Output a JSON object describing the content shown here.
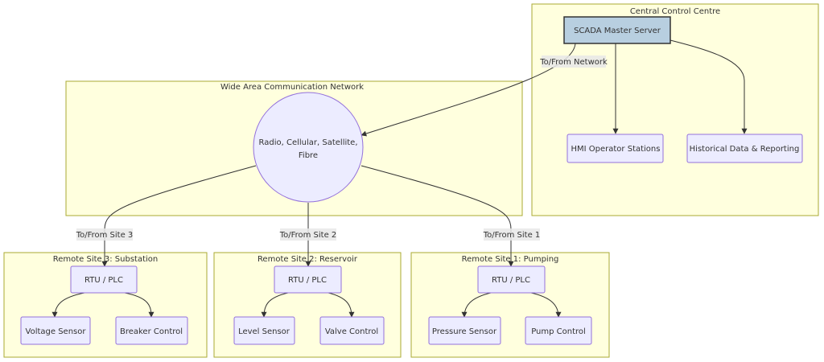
{
  "clusters": {
    "central": "Central Control Centre",
    "wan": "Wide Area Communication Network",
    "site3": "Remote Site 3: Substation",
    "site2": "Remote Site 2: Reservoir",
    "site1": "Remote Site 1: Pumping"
  },
  "nodes": {
    "scada": "SCADA Master Server",
    "hmi": "HMI Operator Stations",
    "historical": "Historical Data & Reporting",
    "network_line1": "Radio, Cellular, Satellite,",
    "network_line2": "Fibre",
    "rtu3": "RTU / PLC",
    "rtu2": "RTU / PLC",
    "rtu1": "RTU / PLC",
    "voltage": "Voltage Sensor",
    "breaker": "Breaker Control",
    "level": "Level Sensor",
    "valve": "Valve Control",
    "pressure": "Pressure Sensor",
    "pump": "Pump Control"
  },
  "edge_labels": {
    "network": "To/From Network",
    "site3": "To/From Site 3",
    "site2": "To/From Site 2",
    "site1": "To/From Site 1"
  },
  "colors": {
    "cluster_fill": "#ffffde",
    "cluster_stroke": "#aaaa33",
    "node_fill": "#ececff",
    "node_stroke": "#9370db",
    "scada_fill": "#b8cfe0"
  }
}
